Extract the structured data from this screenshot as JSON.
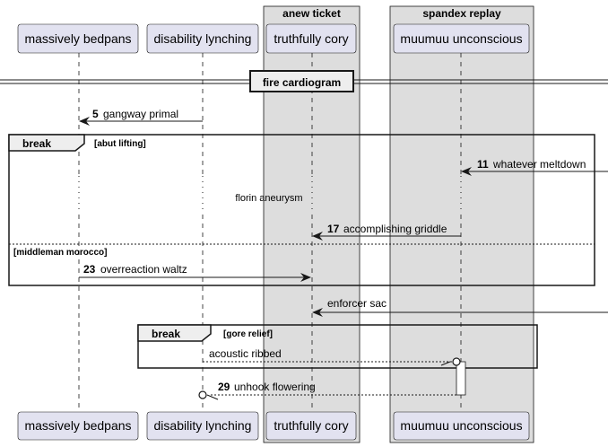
{
  "colors": {
    "participant_fill": "#e2e2f0",
    "participant_stroke": "#181818",
    "box_fill": "#dddddd",
    "lifeline": "#181818",
    "fragment_header_fill": "#eeeeee"
  },
  "boxes": [
    {
      "title": "anew ticket"
    },
    {
      "title": "spandex replay"
    }
  ],
  "participants": [
    {
      "label": "massively bedpans"
    },
    {
      "label": "disability lynching"
    },
    {
      "label": "truthfully cory"
    },
    {
      "label": "muumuu unconscious"
    }
  ],
  "divider": {
    "label": "fire cardiogram"
  },
  "messages": [
    {
      "num": "5",
      "text": "gangway primal"
    },
    {
      "num": "11",
      "text": "whatever meltdown"
    },
    {
      "num": "17",
      "text": "accomplishing griddle"
    },
    {
      "num": "23",
      "text": "overreaction waltz"
    },
    {
      "num": "",
      "text": "enforcer sac"
    },
    {
      "num": "",
      "text": "acoustic ribbed"
    },
    {
      "num": "29",
      "text": "unhook flowering"
    }
  ],
  "fragments": [
    {
      "keyword": "break",
      "guard": "[abut lifting]",
      "else_guard": "[middleman morocco]"
    },
    {
      "keyword": "break",
      "guard": "[gore relief]"
    }
  ],
  "delay": {
    "text": "florin aneurysm"
  }
}
